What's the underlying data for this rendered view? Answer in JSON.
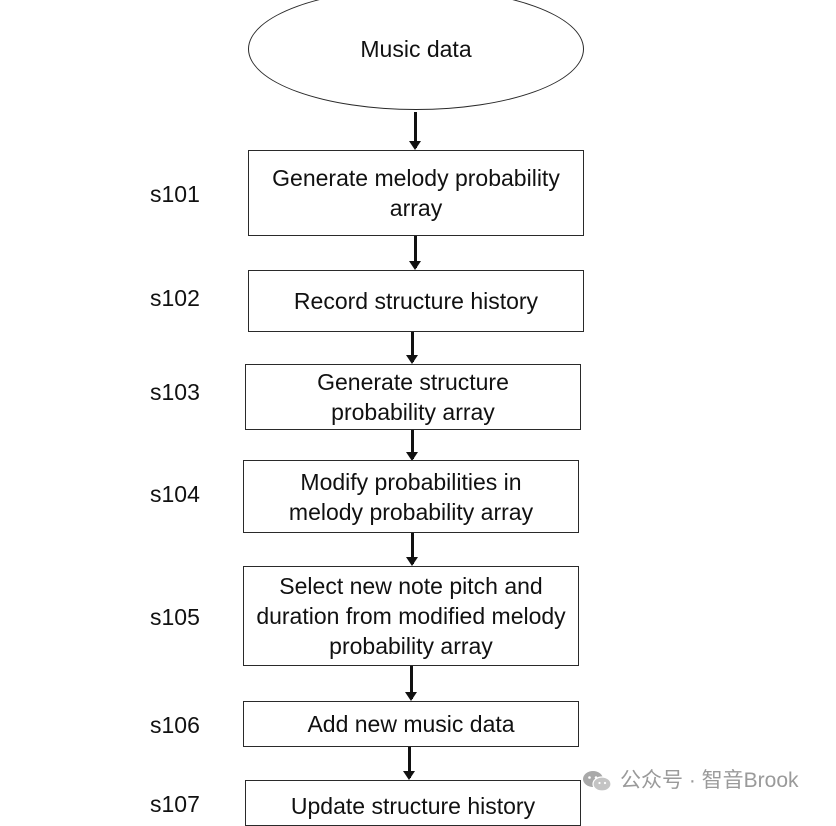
{
  "diagram": {
    "start": "Music data",
    "steps": [
      {
        "id": "s101",
        "text": "Generate melody probability array"
      },
      {
        "id": "s102",
        "text": "Record structure history"
      },
      {
        "id": "s103",
        "text": "Generate structure probability array"
      },
      {
        "id": "s104",
        "text": "Modify probabilities in melody probability array"
      },
      {
        "id": "s105",
        "text": "Select new note pitch and duration from modified melody probability array"
      },
      {
        "id": "s106",
        "text": "Add new music data"
      },
      {
        "id": "s107",
        "text": "Update structure history"
      }
    ]
  },
  "watermark": {
    "text": "公众号 · 智音Brook",
    "icon": "wechat-icon"
  }
}
